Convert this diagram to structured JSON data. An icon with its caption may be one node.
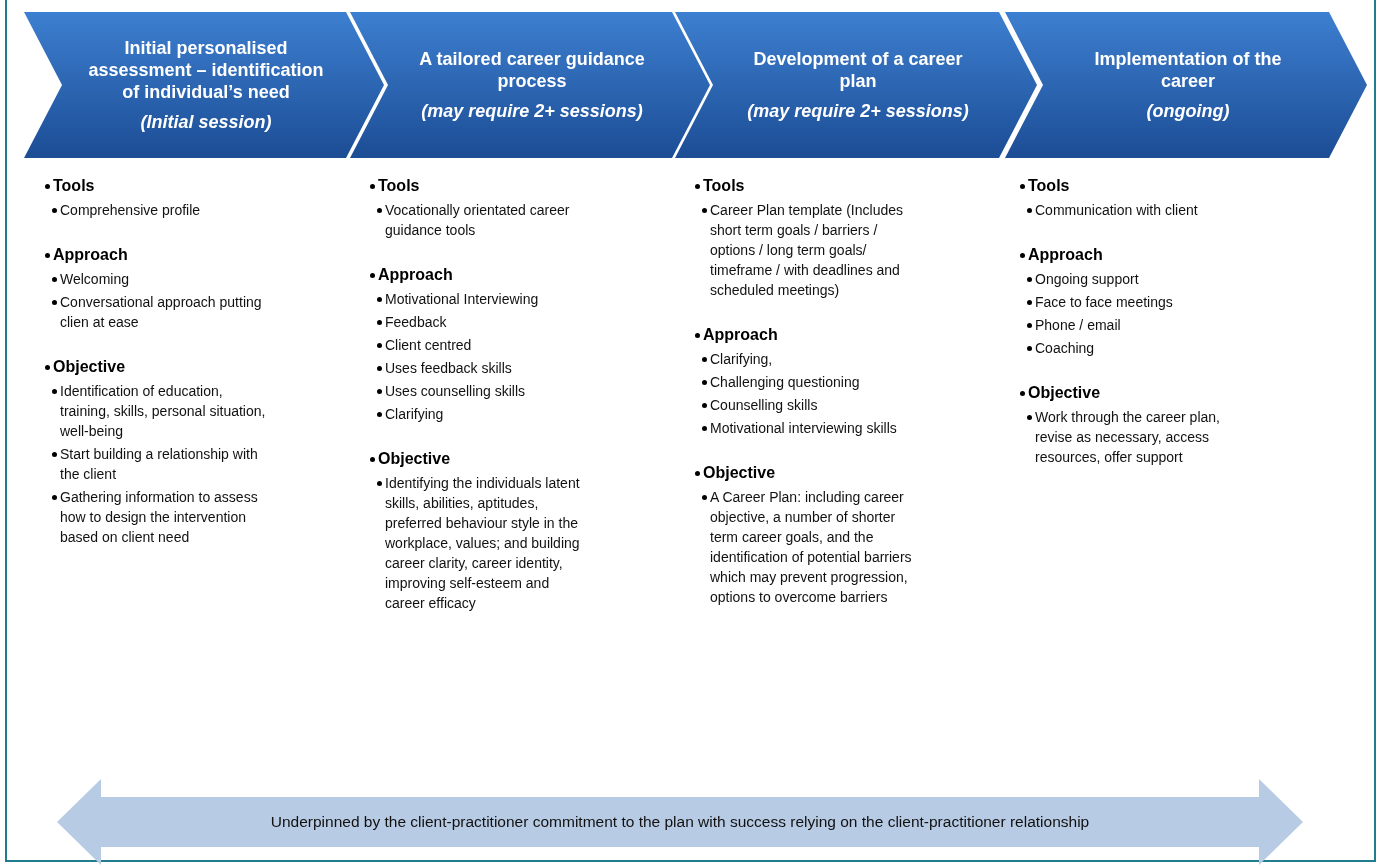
{
  "diagram": {
    "nodes": [
      {
        "text": [
          "Initial personalised assessment – identification of individual’s need",
          "(Initial session)"
        ],
        "beside": [
          "Tools",
          "Comprehensive profile",
          "Approach",
          "Welcoming",
          "Conversational approach putting clien at ease",
          "Objective",
          "Identification of education, training, skills, personal situation, well-being",
          "Start building a relationship with the client",
          "Gathering information to assess how to design the intervention based on client need"
        ]
      },
      {
        "text": [
          "A tailored career guidance process",
          "(may require 2+ sessions)"
        ],
        "beside": [
          "Tools",
          "Vocationally orientated career guidance tools",
          "Approach",
          "Motivational Interviewing",
          "Feedback",
          "Client centred",
          "Uses feedback skills",
          "Uses counselling skills",
          "Clarifying",
          "Objective",
          "Identifying the individuals latent skills, abilities, aptitudes, preferred behaviour style in the workplace, values; and building career clarity, career identity, improving self-esteem and career efficacy"
        ]
      },
      {
        "text": [
          "Development of a career plan",
          "(may require 2+ sessions)"
        ],
        "beside": [
          "Tools",
          "Career Plan template (Includes short term goals / barriers / options / long term goals/ timeframe / with deadlines and scheduled meetings)",
          "Approach",
          "Clarifying,",
          "Challenging questioning",
          "Counselling skills",
          "Motivational interviewing skills",
          "Objective",
          "A Career Plan: including career objective, a number of shorter term career goals, and the identification of potential barriers which may prevent progression, options to overcome barriers"
        ]
      },
      {
        "text": [
          "Implementation of the career",
          "(ongoing)"
        ],
        "beside": [
          "Tools",
          "Communication with client",
          "Approach",
          "Ongoing support",
          "Face to face meetings",
          "Phone / email",
          "Coaching",
          "Objective",
          "Work through the career plan, revise as necessary, access resources, offer support"
        ]
      },
      {
        "text": [
          "Underpinned by the client-practitioner commitment to the plan with success relying on the client-practitioner relationship"
        ]
      }
    ]
  }
}
